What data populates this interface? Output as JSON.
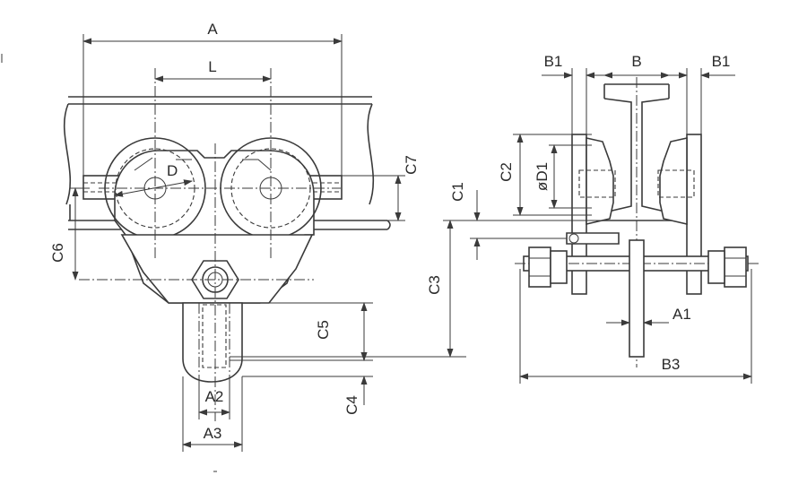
{
  "labels": {
    "A": "A",
    "L": "L",
    "D": "D",
    "C7": "C7",
    "C6": "C6",
    "C5": "C5",
    "C4": "C4",
    "A2": "A2",
    "A3": "A3",
    "B1_left": "B1",
    "B": "B",
    "B1_right": "B1",
    "C1": "C1",
    "C2": "C2",
    "D1": "øD1",
    "C3": "C3",
    "A1": "A1",
    "B3": "B3"
  },
  "colors": {
    "line": "#3a3a3a",
    "text": "#2a2a2a",
    "background": "#ffffff"
  }
}
